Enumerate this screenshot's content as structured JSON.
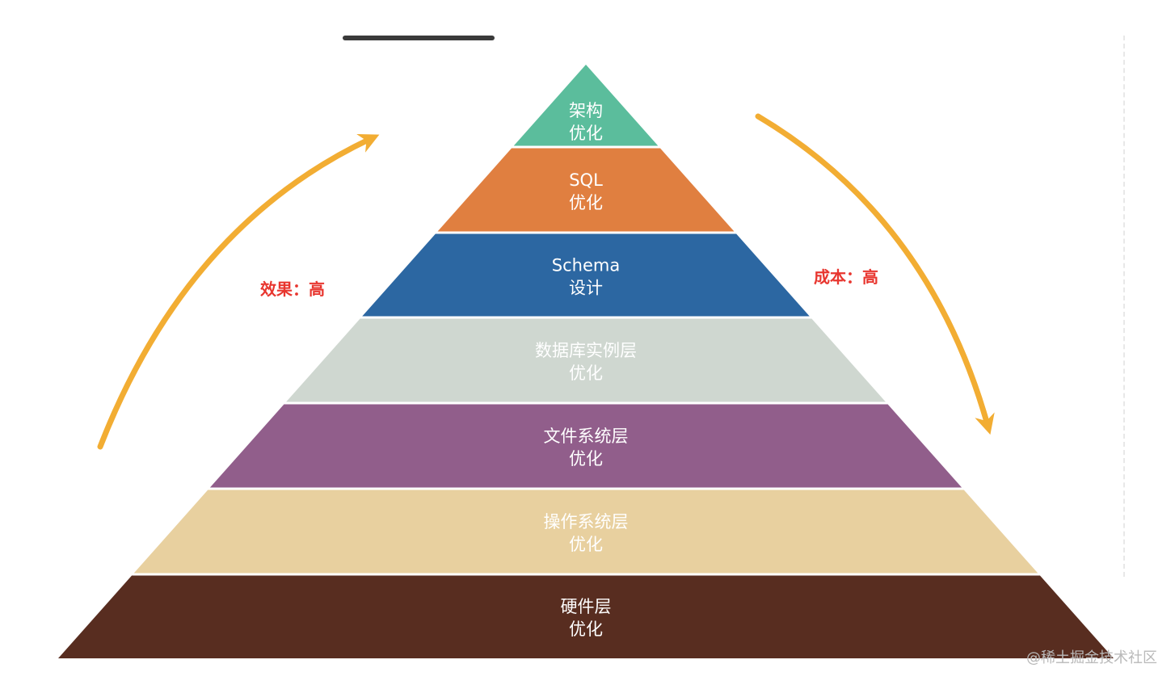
{
  "colors": {
    "arrow": "#f2ad33",
    "side_label": "#e8362f",
    "layer_text": "#ffffff"
  },
  "side_labels": {
    "left": "效果：高",
    "right": "成本：高"
  },
  "layers": [
    {
      "line1": "架构",
      "line2": "优化",
      "color": "#5bbd9c"
    },
    {
      "line1": "SQL",
      "line2": "优化",
      "color": "#e07f40"
    },
    {
      "line1": "Schema",
      "line2": "设计",
      "color": "#2c67a2"
    },
    {
      "line1": "数据库实例层",
      "line2": "优化",
      "color": "#cfd7d0"
    },
    {
      "line1": "文件系统层",
      "line2": "优化",
      "color": "#915e8b"
    },
    {
      "line1": "操作系统层",
      "line2": "优化",
      "color": "#e8d09f"
    },
    {
      "line1": "硬件层",
      "line2": "优化",
      "color": "#582d20"
    }
  ],
  "watermark": "@稀土掘金技术社区"
}
